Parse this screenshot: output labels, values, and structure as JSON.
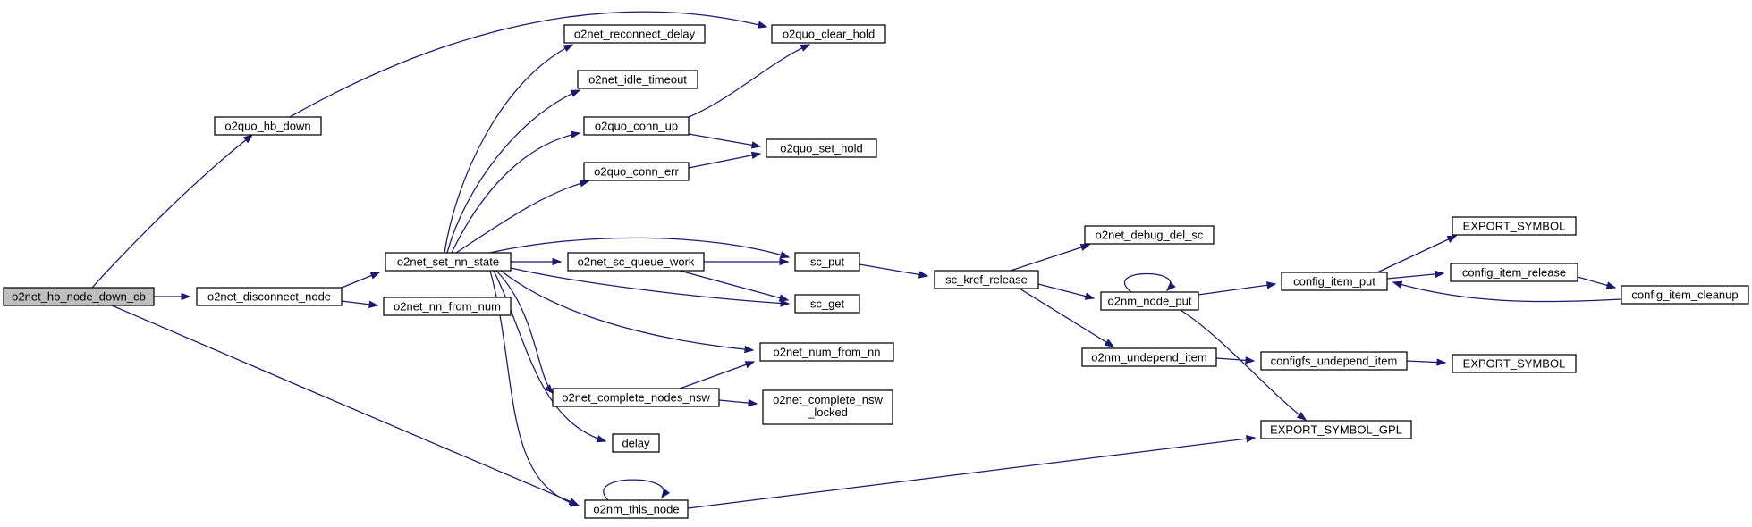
{
  "graph": {
    "title": "",
    "nodes": [
      {
        "id": "root",
        "lines": [
          "o2net_hb_node_down_cb"
        ],
        "highlighted": true
      },
      {
        "id": "hb_down",
        "lines": [
          "o2quo_hb_down"
        ]
      },
      {
        "id": "disconnect",
        "lines": [
          "o2net_disconnect_node"
        ]
      },
      {
        "id": "set_nn_state",
        "lines": [
          "o2net_set_nn_state"
        ]
      },
      {
        "id": "nn_from_num",
        "lines": [
          "o2net_nn_from_num"
        ]
      },
      {
        "id": "reconnect_delay",
        "lines": [
          "o2net_reconnect_delay"
        ]
      },
      {
        "id": "clear_hold",
        "lines": [
          "o2quo_clear_hold"
        ]
      },
      {
        "id": "idle_timeout",
        "lines": [
          "o2net_idle_timeout"
        ]
      },
      {
        "id": "conn_up",
        "lines": [
          "o2quo_conn_up"
        ]
      },
      {
        "id": "set_hold",
        "lines": [
          "o2quo_set_hold"
        ]
      },
      {
        "id": "conn_err",
        "lines": [
          "o2quo_conn_err"
        ]
      },
      {
        "id": "sc_queue_work",
        "lines": [
          "o2net_sc_queue_work"
        ]
      },
      {
        "id": "sc_put",
        "lines": [
          "sc_put"
        ]
      },
      {
        "id": "sc_get",
        "lines": [
          "sc_get"
        ]
      },
      {
        "id": "num_from_nn",
        "lines": [
          "o2net_num_from_nn"
        ]
      },
      {
        "id": "complete_nodes_nsw",
        "lines": [
          "o2net_complete_nodes_nsw"
        ]
      },
      {
        "id": "complete_nsw_locked",
        "lines": [
          "o2net_complete_nsw",
          "_locked"
        ]
      },
      {
        "id": "delay",
        "lines": [
          "delay"
        ]
      },
      {
        "id": "this_node",
        "lines": [
          "o2nm_this_node"
        ]
      },
      {
        "id": "kref_release",
        "lines": [
          "sc_kref_release"
        ]
      },
      {
        "id": "debug_del_sc",
        "lines": [
          "o2net_debug_del_sc"
        ]
      },
      {
        "id": "node_put",
        "lines": [
          "o2nm_node_put"
        ]
      },
      {
        "id": "undepend_item",
        "lines": [
          "o2nm_undepend_item"
        ]
      },
      {
        "id": "export_symbol_gpl",
        "lines": [
          "EXPORT_SYMBOL_GPL"
        ]
      },
      {
        "id": "config_item_put",
        "lines": [
          "config_item_put"
        ]
      },
      {
        "id": "configfs_undepend",
        "lines": [
          "configfs_undepend_item"
        ]
      },
      {
        "id": "export_symbol_1",
        "lines": [
          "EXPORT_SYMBOL"
        ]
      },
      {
        "id": "config_item_release",
        "lines": [
          "config_item_release"
        ]
      },
      {
        "id": "config_item_cleanup",
        "lines": [
          "config_item_cleanup"
        ]
      },
      {
        "id": "export_symbol_2",
        "lines": [
          "EXPORT_SYMBOL"
        ]
      }
    ],
    "edges": [
      [
        "root",
        "hb_down"
      ],
      [
        "root",
        "disconnect"
      ],
      [
        "root",
        "this_node"
      ],
      [
        "hb_down",
        "clear_hold"
      ],
      [
        "disconnect",
        "set_nn_state"
      ],
      [
        "disconnect",
        "nn_from_num"
      ],
      [
        "set_nn_state",
        "reconnect_delay"
      ],
      [
        "set_nn_state",
        "idle_timeout"
      ],
      [
        "set_nn_state",
        "conn_up"
      ],
      [
        "set_nn_state",
        "conn_err"
      ],
      [
        "set_nn_state",
        "sc_queue_work"
      ],
      [
        "set_nn_state",
        "sc_put"
      ],
      [
        "set_nn_state",
        "sc_get"
      ],
      [
        "set_nn_state",
        "num_from_nn"
      ],
      [
        "set_nn_state",
        "complete_nodes_nsw"
      ],
      [
        "set_nn_state",
        "delay"
      ],
      [
        "set_nn_state",
        "this_node"
      ],
      [
        "conn_up",
        "clear_hold"
      ],
      [
        "conn_up",
        "set_hold"
      ],
      [
        "conn_err",
        "set_hold"
      ],
      [
        "sc_queue_work",
        "sc_put"
      ],
      [
        "sc_queue_work",
        "sc_get"
      ],
      [
        "complete_nodes_nsw",
        "num_from_nn"
      ],
      [
        "complete_nodes_nsw",
        "complete_nsw_locked"
      ],
      [
        "this_node",
        "this_node"
      ],
      [
        "this_node",
        "export_symbol_gpl"
      ],
      [
        "sc_put",
        "kref_release"
      ],
      [
        "kref_release",
        "debug_del_sc"
      ],
      [
        "kref_release",
        "node_put"
      ],
      [
        "kref_release",
        "undepend_item"
      ],
      [
        "node_put",
        "node_put"
      ],
      [
        "node_put",
        "config_item_put"
      ],
      [
        "node_put",
        "export_symbol_gpl"
      ],
      [
        "undepend_item",
        "configfs_undepend"
      ],
      [
        "config_item_put",
        "export_symbol_1"
      ],
      [
        "config_item_put",
        "config_item_release"
      ],
      [
        "config_item_release",
        "config_item_cleanup"
      ],
      [
        "config_item_cleanup",
        "config_item_put"
      ],
      [
        "configfs_undepend",
        "export_symbol_2"
      ]
    ]
  }
}
